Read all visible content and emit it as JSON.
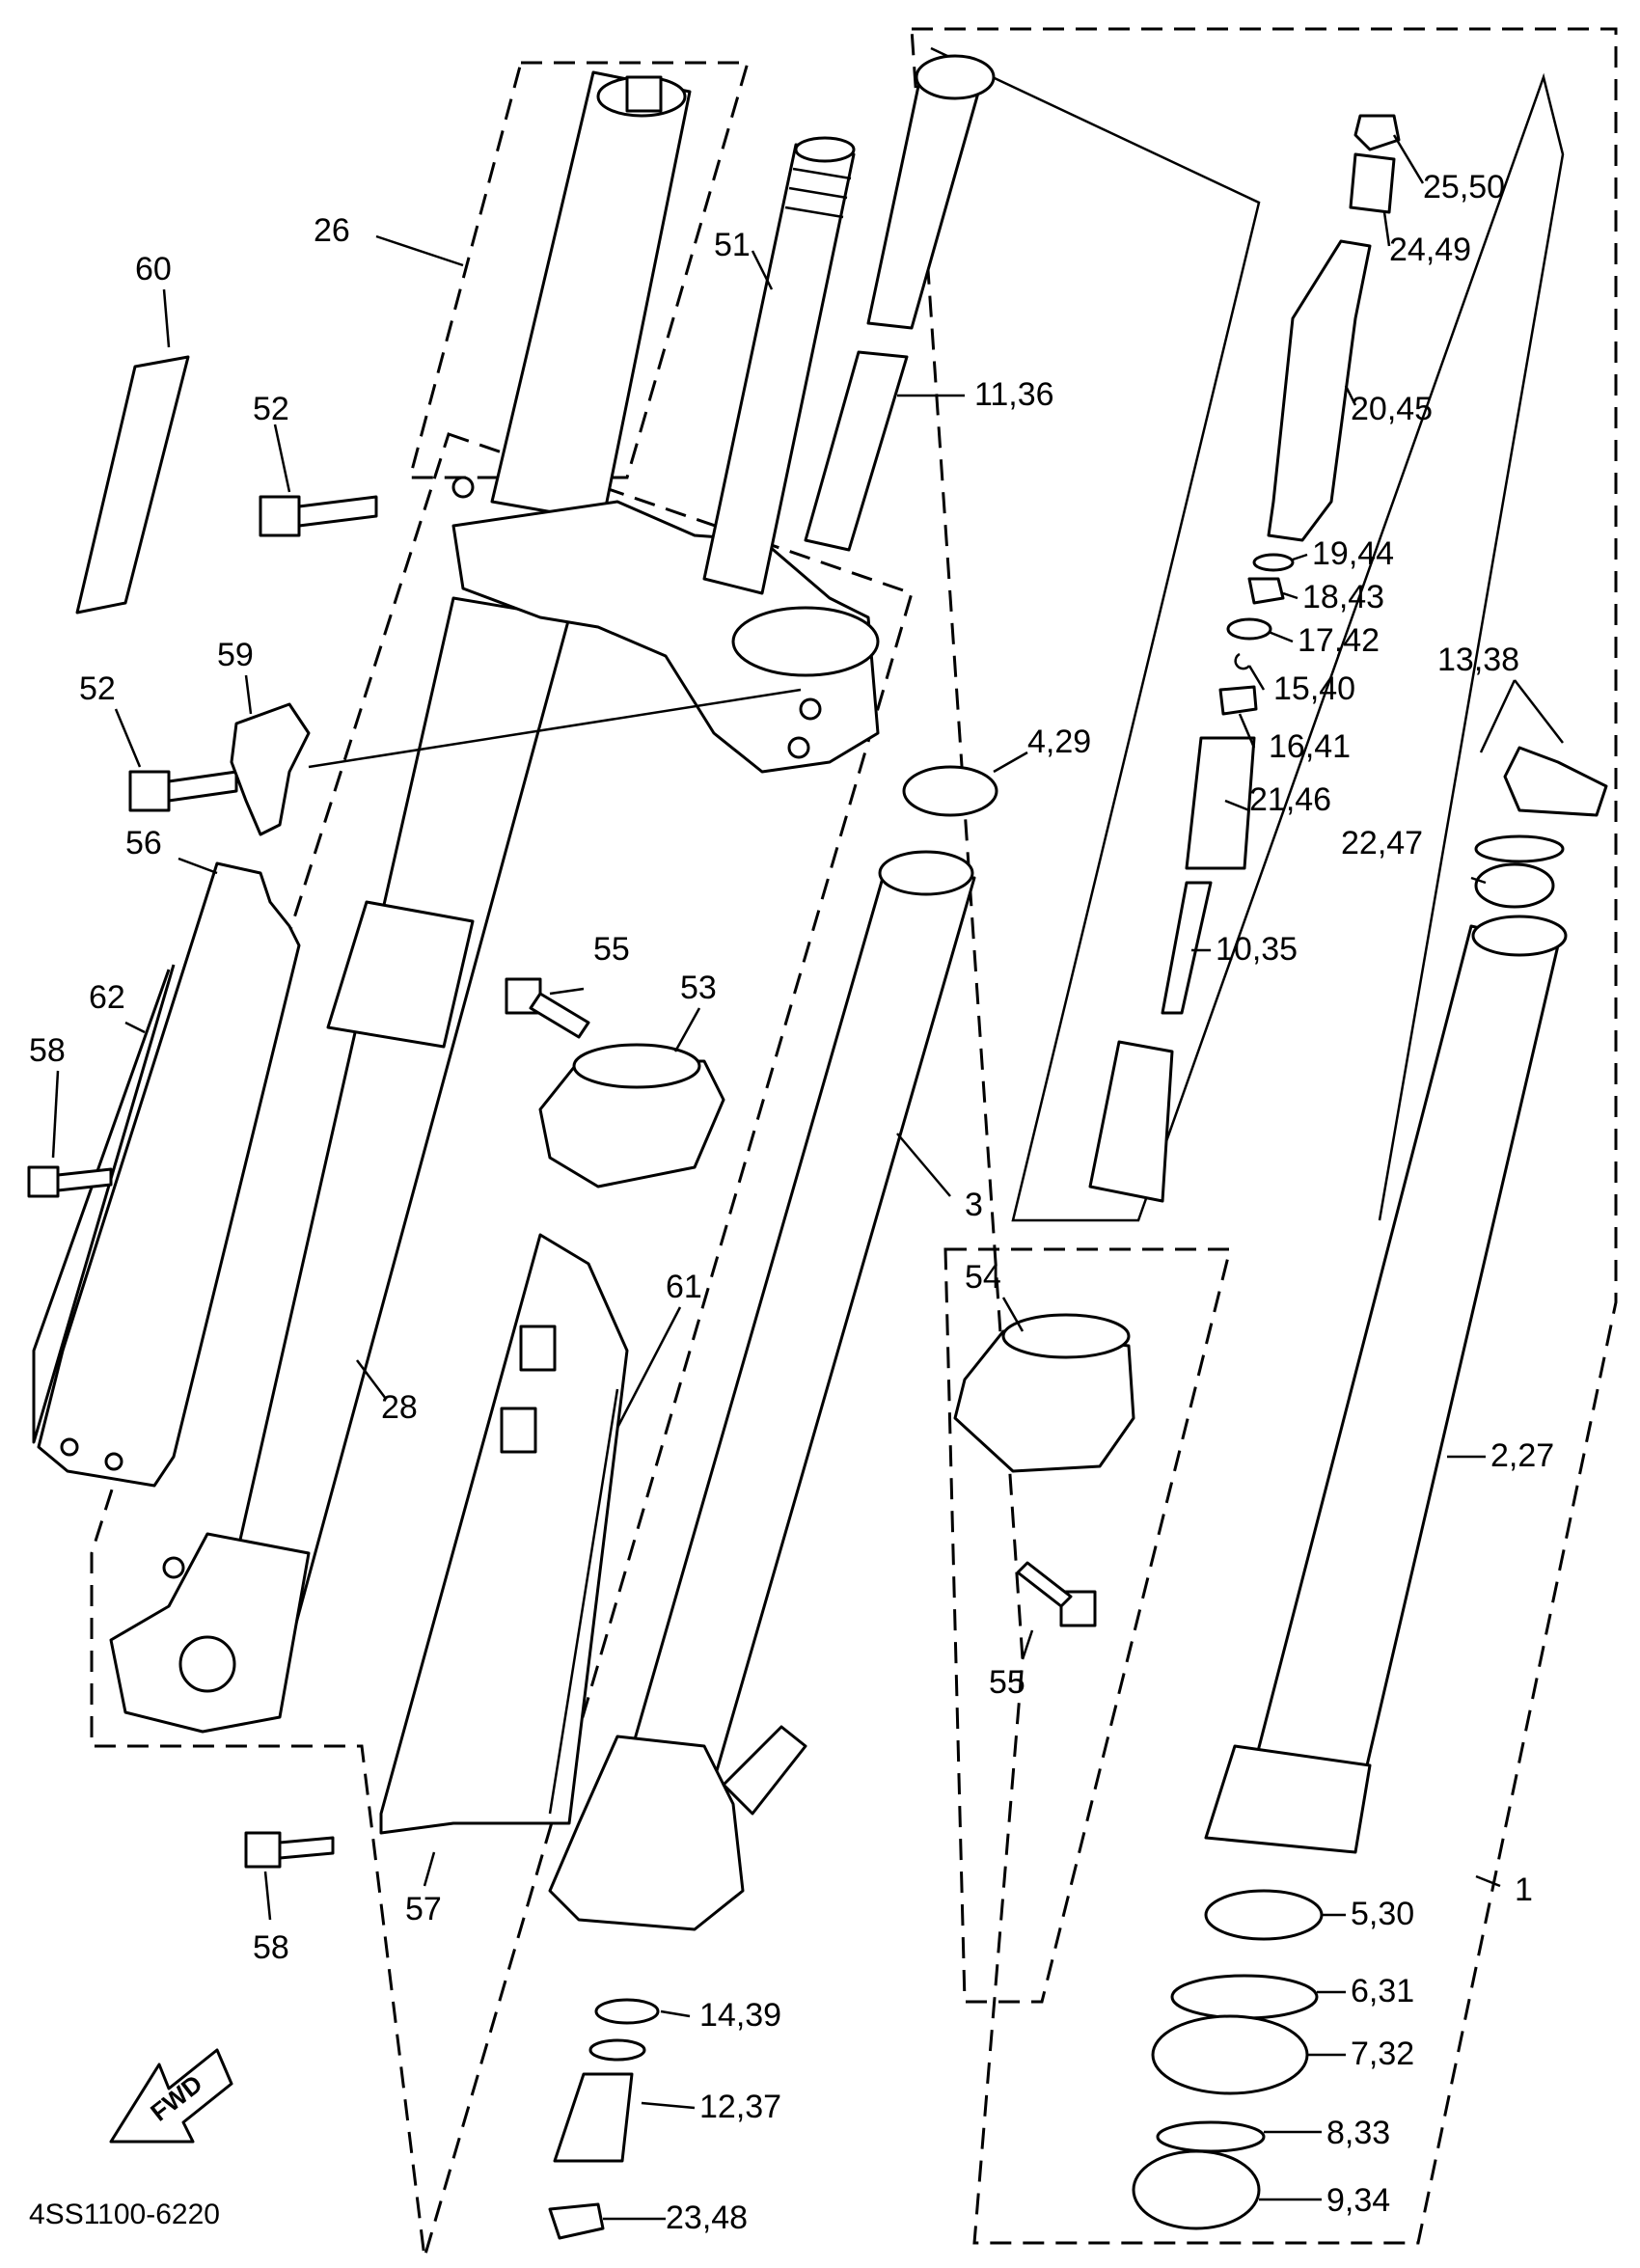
{
  "diagram_code": "4SS1100-6220",
  "fwd_label": "FWD",
  "callouts": {
    "c1": "1",
    "c2_27": "2,27",
    "c3": "3",
    "c4_29": "4,29",
    "c5_30": "5,30",
    "c6_31": "6,31",
    "c7_32": "7,32",
    "c8_33": "8,33",
    "c9_34": "9,34",
    "c10_35": "10,35",
    "c11_36": "11,36",
    "c12_37": "12,37",
    "c13_38": "13,38",
    "c14_39": "14,39",
    "c15_40": "15,40",
    "c16_41": "16,41",
    "c17_42": "17,42",
    "c18_43": "18,43",
    "c19_44": "19,44",
    "c20_45": "20,45",
    "c21_46": "21,46",
    "c22_47": "22,47",
    "c23_48": "23,48",
    "c24_49": "24,49",
    "c25_50": "25,50",
    "c26": "26",
    "c28": "28",
    "c51": "51",
    "c52a": "52",
    "c52b": "52",
    "c53": "53",
    "c54": "54",
    "c55a": "55",
    "c55b": "55",
    "c56": "56",
    "c57": "57",
    "c58a": "58",
    "c58b": "58",
    "c59": "59",
    "c60": "60",
    "c61": "61",
    "c62": "62"
  }
}
